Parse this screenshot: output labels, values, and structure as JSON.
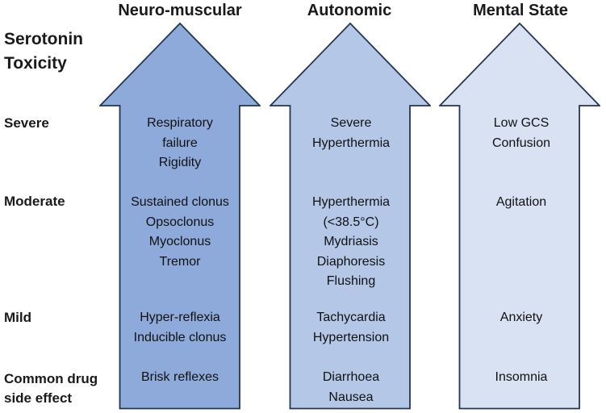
{
  "diagram_title": {
    "line1": "Serotonin",
    "line2": "Toxicity"
  },
  "arrow_outline": "#24364E",
  "severity_labels": [
    "Severe",
    "Moderate",
    "Mild",
    "Common drug side effect"
  ],
  "columns": [
    {
      "header": "Neuro-muscular",
      "arrow_color": "#8EAADB",
      "severe": "Respiratory\nfailure\nRigidity",
      "moderate": "Sustained clonus\nOpsoclonus\nMyoclonus\nTremor",
      "mild": "Hyper-reflexia\nInducible clonus",
      "common": "Brisk reflexes"
    },
    {
      "header": "Autonomic",
      "arrow_color": "#B4C7E7",
      "severe": "Severe\nHyperthermia",
      "moderate": "Hyperthermia\n(<38.5°C)\nMydriasis\nDiaphoresis\nFlushing",
      "mild": "Tachycardia\nHypertension",
      "common": "Diarrhoea\nNausea"
    },
    {
      "header": "Mental State",
      "arrow_color": "#D9E2F3",
      "severe": "Low GCS\nConfusion",
      "moderate": "Agitation",
      "mild": "Anxiety",
      "common": "Insomnia"
    }
  ]
}
